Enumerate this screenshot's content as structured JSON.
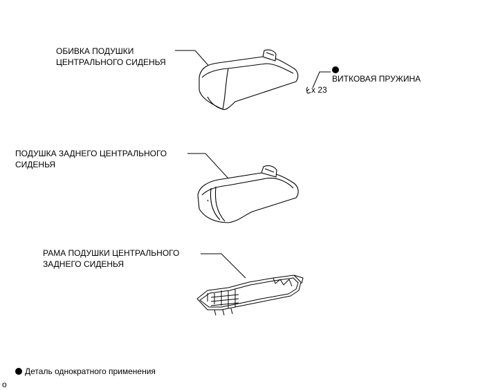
{
  "labels": {
    "cushion_cover": [
      "ОБИВКА ПОДУШКИ",
      "ЦЕНТРАЛЬНОГО СИДЕНЬЯ"
    ],
    "coil_spring": "ВИТКОВАЯ ПРУЖИНА",
    "spring_qty": "x 23",
    "rear_center_cushion": [
      "ПОДУШКА ЗАДНЕГО ЦЕНТРАЛЬНОГО",
      "СИДЕНЬЯ"
    ],
    "cushion_frame": [
      "РАМА ПОДУШКИ ЦЕНТРАЛЬНОГО",
      "ЗАДНЕГО СИДЕНЬЯ"
    ]
  },
  "legend": {
    "non_reusable": "Деталь однократного применения"
  },
  "figure_code": "o"
}
